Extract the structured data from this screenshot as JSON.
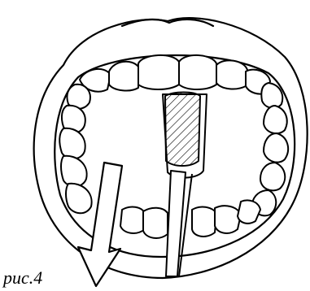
{
  "figure": {
    "caption": "рис.4",
    "stroke_color": "#000000",
    "background": "#ffffff",
    "parts": {
      "mouth": "open-mouth-outline",
      "upper_teeth": "upper-teeth-row",
      "lower_teeth": "lower-teeth-row",
      "brush": "toothbrush",
      "arrow": "direction-arrow"
    }
  }
}
